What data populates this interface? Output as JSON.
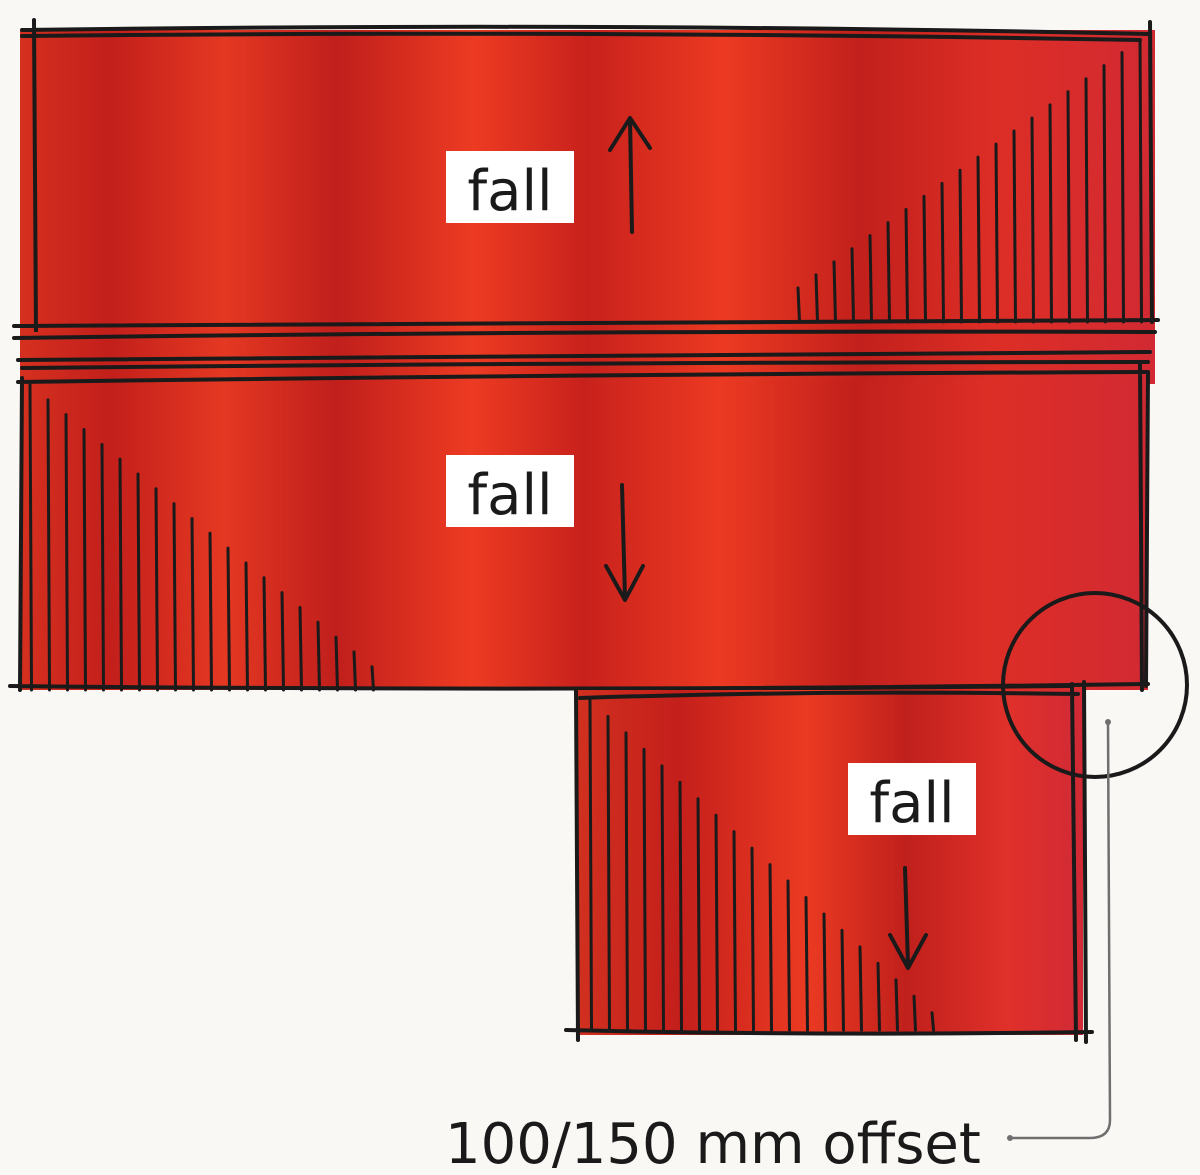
{
  "colors": {
    "background": "#faf8f4",
    "panel_dark": "#c0201c",
    "panel_mid": "#d7281f",
    "panel_bright": "#ec3a22",
    "ink": "#1a1a1a",
    "label_background": "#ffffff",
    "pointer": "#6f6f6f"
  },
  "panels": [
    {
      "id": "upper",
      "label": "fall",
      "fall_direction": "up"
    },
    {
      "id": "middle",
      "label": "fall",
      "fall_direction": "down"
    },
    {
      "id": "lower",
      "label": "fall",
      "fall_direction": "down"
    }
  ],
  "annotation": {
    "text": "100/150 mm offset"
  },
  "icons": {
    "fall_arrow": "arrow-icon",
    "detail_marker": "circle-icon",
    "leader": "leader-line-icon"
  }
}
